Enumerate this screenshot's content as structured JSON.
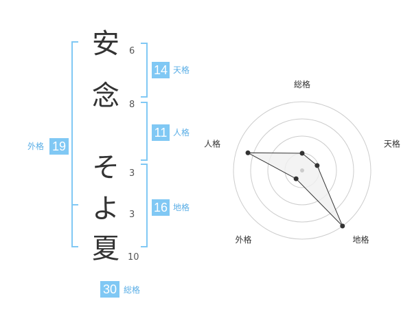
{
  "name": {
    "chars": [
      {
        "char": "安",
        "strokes": "6"
      },
      {
        "char": "念",
        "strokes": "8"
      },
      {
        "char": "そ",
        "strokes": "3"
      },
      {
        "char": "よ",
        "strokes": "3"
      },
      {
        "char": "夏",
        "strokes": "10"
      }
    ]
  },
  "fortunes": {
    "tenkaku": {
      "value": "14",
      "label": "天格"
    },
    "jinkaku": {
      "value": "11",
      "label": "人格"
    },
    "chikaku": {
      "value": "16",
      "label": "地格"
    },
    "gaikaku": {
      "value": "19",
      "label": "外格"
    },
    "soukaku": {
      "value": "30",
      "label": "総格"
    }
  },
  "colors": {
    "accent": "#80c8f4",
    "accent_text": "#5aaee6",
    "text": "#333333",
    "polygon_fill": "#f0f0f0"
  },
  "chart_data": {
    "type": "radar",
    "axes": [
      "総格",
      "天格",
      "地格",
      "外格",
      "人格"
    ],
    "values": [
      0.25,
      0.23,
      1.0,
      0.15,
      0.83
    ],
    "scale_max": 1.0,
    "rings": 4
  }
}
